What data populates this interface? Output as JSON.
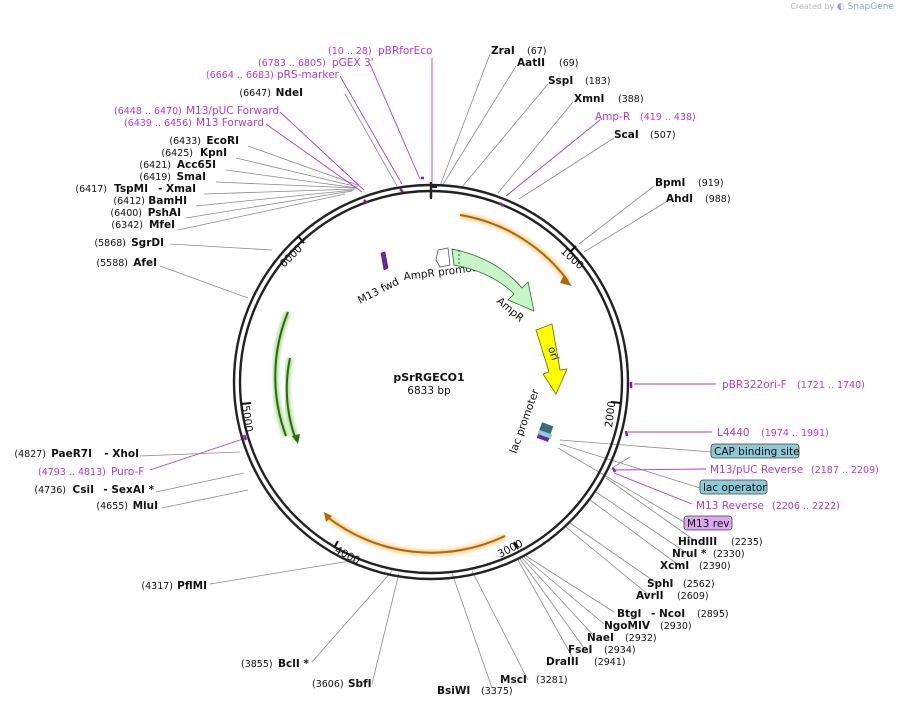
{
  "credit": {
    "created_by": "Created by",
    "brand": "SnapGene"
  },
  "plasmid": {
    "name": "pSrRGECO1",
    "size": "6833 bp"
  },
  "ticks": [
    "1000",
    "2000",
    "3000",
    "4000",
    "5000",
    "6000"
  ],
  "enzymes_right": [
    {
      "name": "ZraI",
      "pos": "(67)"
    },
    {
      "name": "AatII",
      "pos": "(69)"
    },
    {
      "name": "SspI",
      "pos": "(183)"
    },
    {
      "name": "XmnI",
      "pos": "(388)"
    },
    {
      "name": "ScaI",
      "pos": "(507)"
    },
    {
      "name": "BpmI",
      "pos": "(919)"
    },
    {
      "name": "AhdI",
      "pos": "(988)"
    }
  ],
  "primers_top": [
    {
      "name": "pBRforEco",
      "range": "(10 .. 28)"
    },
    {
      "name": "pGEX 3'",
      "range": "(6783 .. 6805)"
    },
    {
      "name": "pRS-marker",
      "range": "(6664 .. 6683)"
    },
    {
      "name": "M13/pUC Forward",
      "range": "(6448 .. 6470)"
    },
    {
      "name": "M13 Forward",
      "range": "(6439 .. 6456)"
    },
    {
      "name": "Amp-R",
      "range": "(419 .. 438)"
    }
  ],
  "enzymes_left": [
    {
      "name": "NdeI",
      "pos": "(6647)"
    },
    {
      "name": "EcoRI",
      "pos": "(6433)"
    },
    {
      "name": "KpnI",
      "pos": "(6425)"
    },
    {
      "name": "Acc65I",
      "pos": "(6421)"
    },
    {
      "name": "SmaI",
      "pos": "(6419)"
    },
    {
      "name": "TspMI",
      "pos": "(6417)",
      "extra": "- XmaI"
    },
    {
      "name": "BamHI",
      "pos": "(6412)"
    },
    {
      "name": "PshAI",
      "pos": "(6400)"
    },
    {
      "name": "MfeI",
      "pos": "(6342)"
    },
    {
      "name": "SgrDI",
      "pos": "(5868)"
    },
    {
      "name": "AfeI",
      "pos": "(5588)"
    },
    {
      "name": "PaeR7I",
      "pos": "(4827)",
      "extra": "- XhoI"
    },
    {
      "name": "CsiI",
      "pos": "(4736)",
      "extra": "- SexAI *"
    },
    {
      "name": "MluI",
      "pos": "(4655)"
    },
    {
      "name": "PflMI",
      "pos": "(4317)"
    }
  ],
  "primers_left": [
    {
      "name": "Puro-F",
      "range": "(4793 .. 4813)"
    }
  ],
  "primers_right": [
    {
      "name": "pBR322ori-F",
      "range": "(1721 .. 1740)"
    },
    {
      "name": "L4440",
      "range": "(1974 .. 1991)"
    },
    {
      "name": "M13/pUC Reverse",
      "range": "(2187 .. 2209)"
    },
    {
      "name": "M13 Reverse",
      "range": "(2206 .. 2222)"
    }
  ],
  "features_boxed": [
    {
      "name": "CAP binding site"
    },
    {
      "name": "lac operator"
    },
    {
      "name": "M13 rev"
    }
  ],
  "enzymes_bottom_right": [
    {
      "name": "HindIII",
      "pos": "(2235)"
    },
    {
      "name": "NruI *",
      "pos": "(2330)"
    },
    {
      "name": "XcmI",
      "pos": "(2390)"
    },
    {
      "name": "SphI",
      "pos": "(2562)"
    },
    {
      "name": "AvrII",
      "pos": "(2609)"
    },
    {
      "name": "BtgI",
      "pos": "(2895)",
      "extra": "- NcoI"
    },
    {
      "name": "NgoMIV",
      "pos": "(2930)"
    },
    {
      "name": "NaeI",
      "pos": "(2932)"
    },
    {
      "name": "FseI",
      "pos": "(2934)"
    },
    {
      "name": "DraIII",
      "pos": "(2941)"
    },
    {
      "name": "MscI",
      "pos": "(3281)"
    },
    {
      "name": "BsiWI",
      "pos": "(3375)"
    },
    {
      "name": "SbfI",
      "pos": "(3606)"
    },
    {
      "name": "BclI *",
      "pos": "(3855)"
    }
  ],
  "inner_features": {
    "m13fwd": "M13 fwd",
    "ampr_promoter": "AmpR promoter",
    "ampr": "AmpR",
    "ori": "ori",
    "lac_promoter": "lac promoter"
  },
  "colors": {
    "primer": "#b23cc8",
    "ampr_arrow": "#c8f5c8",
    "ori_arrow": "#ffff00",
    "feature_orange": "#f5a623",
    "feature_green": "#5fb82e",
    "box_blue": "#8fc8d6",
    "box_purple": "#dca9ef"
  }
}
